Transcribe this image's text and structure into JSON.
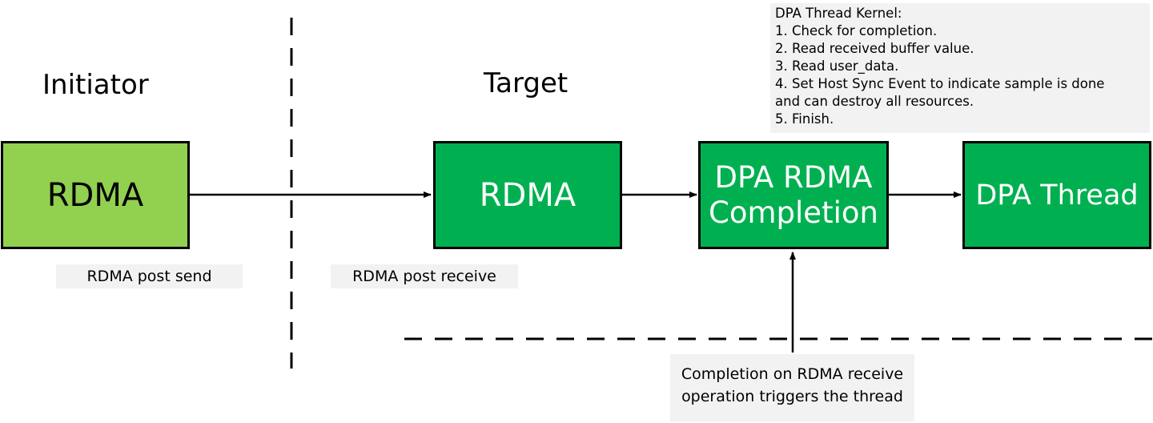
{
  "initiator_heading": "Initiator",
  "target_heading": "Target",
  "boxes": {
    "initiator_rdma": "RDMA",
    "target_rdma": "RDMA",
    "dpa_completion": [
      "DPA RDMA",
      "Completion"
    ],
    "dpa_thread": "DPA Thread"
  },
  "captions": {
    "post_send": "RDMA post send",
    "post_receive": "RDMA post receive"
  },
  "kernel_note": {
    "lines": [
      "DPA Thread Kernel:",
      "1. Check for completion.",
      "2. Read received buffer value.",
      "3. Read user_data.",
      "4. Set Host Sync Event to indicate sample is done",
      "and can destroy all resources.",
      "5. Finish."
    ]
  },
  "completion_note": {
    "lines": [
      "Completion on RDMA receive",
      "operation triggers the thread"
    ]
  },
  "colors": {
    "initiator_box": "#92d050",
    "target_boxes": "#00b050",
    "note_background": "#f2f2f2"
  }
}
